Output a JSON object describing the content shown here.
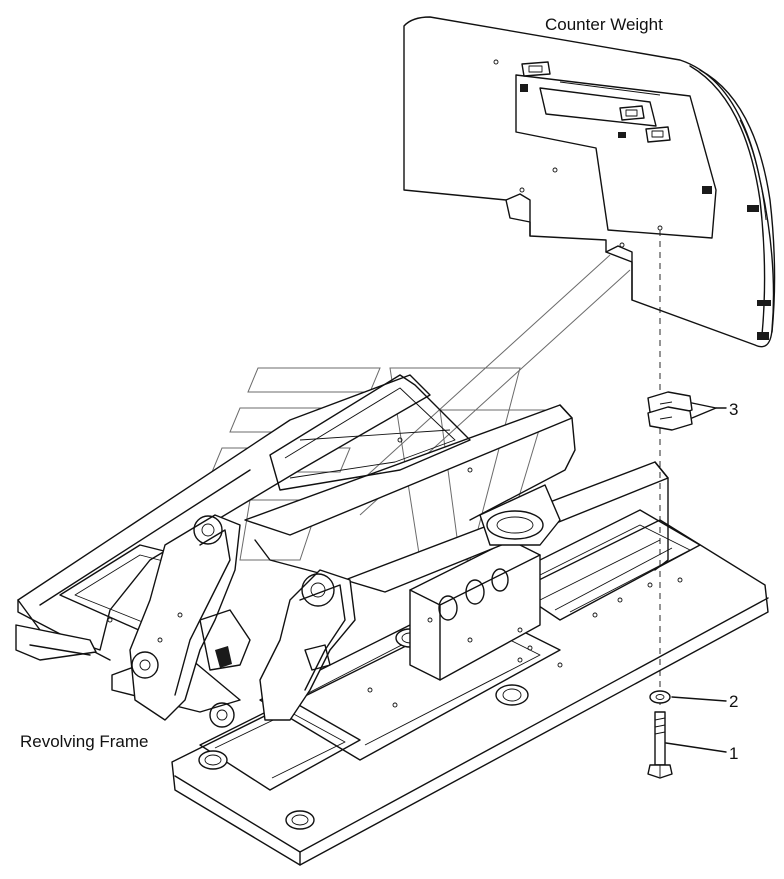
{
  "labels": {
    "counter_weight": "Counter Weight",
    "revolving_frame": "Revolving Frame"
  },
  "callouts": [
    {
      "number": "3",
      "part": "plate"
    },
    {
      "number": "2",
      "part": "washer"
    },
    {
      "number": "1",
      "part": "bolt"
    }
  ],
  "colors": {
    "line": "#111111",
    "watermark": "#6b6b6b",
    "background": "#ffffff"
  }
}
